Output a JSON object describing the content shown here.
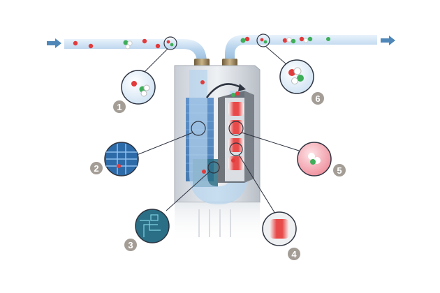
{
  "diagram": {
    "steps": [
      {
        "number": "1",
        "detail": "inlet-molecules"
      },
      {
        "number": "2",
        "detail": "filter-mesh"
      },
      {
        "number": "3",
        "detail": "control-board"
      },
      {
        "number": "4",
        "detail": "heating-cell"
      },
      {
        "number": "5",
        "detail": "hot-molecule"
      },
      {
        "number": "6",
        "detail": "outlet-molecules"
      }
    ],
    "colors": {
      "duct": "#a9c9e6",
      "duct_highlight": "#e6f1fb",
      "arrow": "#4f87b8",
      "badge": "#a39d96",
      "molecule_red": "#e23b3b",
      "molecule_green": "#3fae5a",
      "molecule_white": "#ffffff",
      "cell_pink": "#f4b8c0",
      "circuit": "#2a6f86",
      "housing": "#d8dde3"
    },
    "icons": {
      "inflow": "arrow-right-icon",
      "outflow": "arrow-right-icon"
    }
  }
}
